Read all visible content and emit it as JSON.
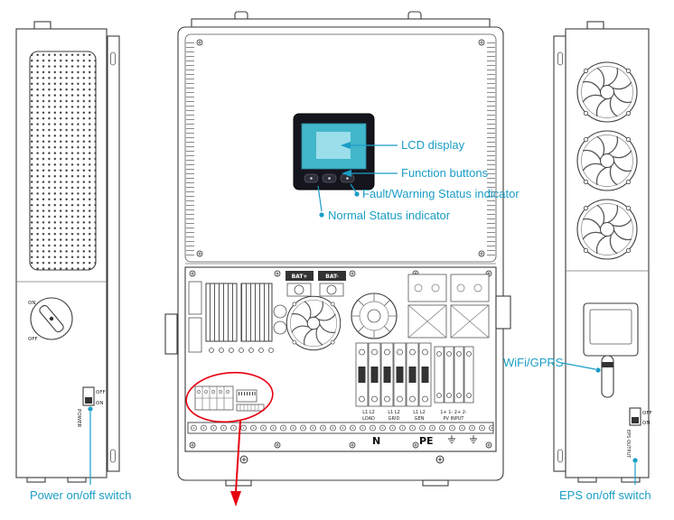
{
  "title": "Hybrid inverter views diagram",
  "colors": {
    "callout": "#1b9dc6",
    "outline": "#3c3c3c",
    "lcd_screen": "#42b6ca",
    "lcd_screen_inner": "#9adeea",
    "highlight_red": "#e60012"
  },
  "callouts": {
    "lcd": "LCD display",
    "buttons": "Function buttons",
    "fault": "Fault/Warning Status indicator",
    "normal": "Normal Status indicator",
    "wifi": "WiFi/GPRS",
    "power": "Power on/off switch",
    "eps": "EPS  on/off switch"
  },
  "left_view": {
    "rotary": {
      "on": "ON",
      "off": "OFF"
    },
    "power_switch": {
      "off": "OFF",
      "on": "ON",
      "label": "POWER"
    }
  },
  "front_view": {
    "bat_plus": "BAT+",
    "bat_minus": "BAT-",
    "terminal_groups": [
      {
        "terminals": "L1  L2",
        "name": "LOAD"
      },
      {
        "terminals": "L1  L2",
        "name": "GRID"
      },
      {
        "terminals": "L1  L2",
        "name": "GEN"
      },
      {
        "terminals": "1+ 1- 2+ 2-",
        "name": "PV INPUT"
      }
    ],
    "neutral": "N",
    "earth": "PE"
  },
  "right_view": {
    "eps_switch": {
      "off": "OFF",
      "on": "ON",
      "label": "EPS OUTPUT"
    }
  }
}
